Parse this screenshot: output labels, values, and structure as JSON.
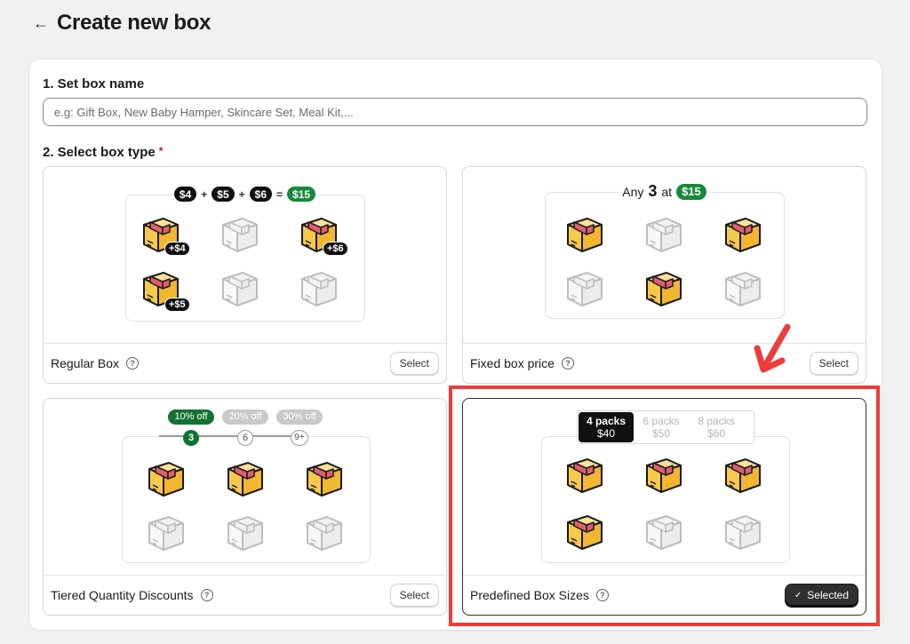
{
  "header": {
    "title": "Create new box"
  },
  "step1": {
    "label": "1. Set box name",
    "placeholder": "e.g: Gift Box, New Baby Hamper, Skincare Set, Meal Kit,..."
  },
  "step2": {
    "label": "2. Select box type",
    "required": "*"
  },
  "cards": {
    "regular": {
      "name": "Regular Box",
      "button": "Select",
      "equation": {
        "a": "$4",
        "plus": "+",
        "b": "$5",
        "c": "$6",
        "eq": "=",
        "total": "$15"
      },
      "badges": {
        "b1": "+$4",
        "b2": "+$6",
        "b3": "+$5"
      }
    },
    "fixed": {
      "name": "Fixed box price",
      "button": "Select",
      "offer": {
        "any": "Any",
        "count": "3",
        "at": "at",
        "price": "$15"
      }
    },
    "tiered": {
      "name": "Tiered Quantity Discounts",
      "button": "Select",
      "tiers": [
        {
          "discount": "10% off",
          "qty": "3"
        },
        {
          "discount": "20% off",
          "qty": "6"
        },
        {
          "discount": "30% off",
          "qty": "9+"
        }
      ]
    },
    "predefined": {
      "name": "Predefined Box Sizes",
      "button": "Selected",
      "check": "✓",
      "packs": [
        {
          "label": "4 packs",
          "price": "$40"
        },
        {
          "label": "6 packs",
          "price": "$50"
        },
        {
          "label": "8 packs",
          "price": "$60"
        }
      ]
    }
  },
  "help": "?",
  "back_glyph": "←",
  "colors": {
    "accent_red": "#ee3b3b",
    "price_green": "#158a3d",
    "box_yellow": "#f5c94a",
    "box_ribbon": "#e05d6f"
  }
}
